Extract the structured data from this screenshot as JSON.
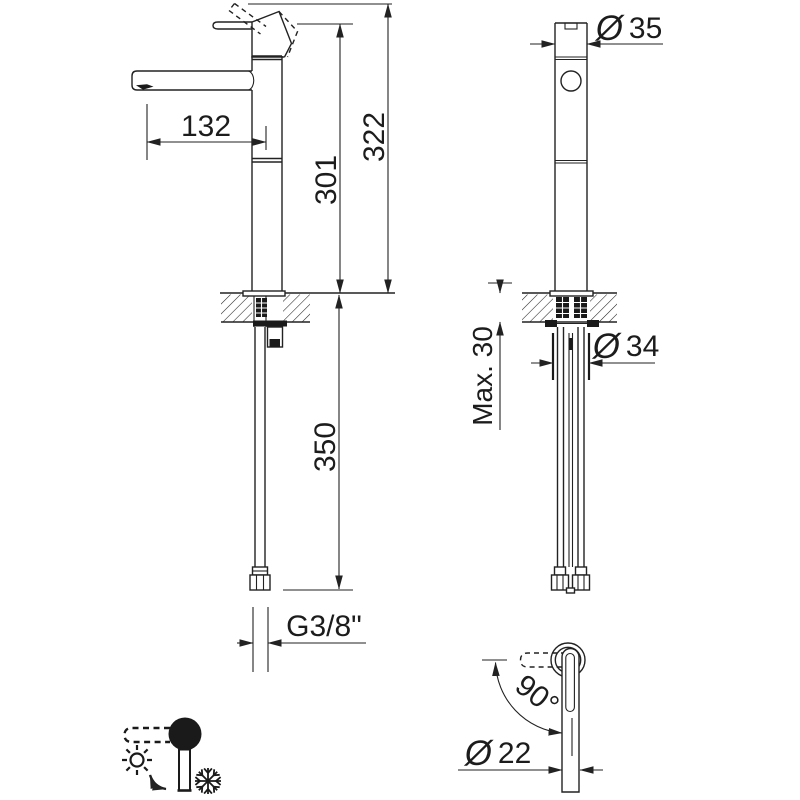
{
  "colors": {
    "line": "#222222",
    "text": "#1c1c1c",
    "solid_fill": "#1a1a1a",
    "background": "#ffffff"
  },
  "dimensions": {
    "spout_reach": "132",
    "height_to_spout": "301",
    "overall_height": "322",
    "supply_hose_length": "350",
    "body_diameter": {
      "symbol": "Ø",
      "value": "35"
    },
    "shank_diameter": {
      "symbol": "Ø",
      "value": "34"
    },
    "max_deck_thickness": "Max. 30",
    "connection_thread": "G3/8\"",
    "handle_rotation": "90°",
    "handle_width": {
      "symbol": "Ø",
      "value": "22"
    }
  },
  "icons": {
    "hot_water": "sun-icon",
    "cold_water": "snowflake-icon",
    "temperature_swing": "curved-double-arrow-icon"
  }
}
